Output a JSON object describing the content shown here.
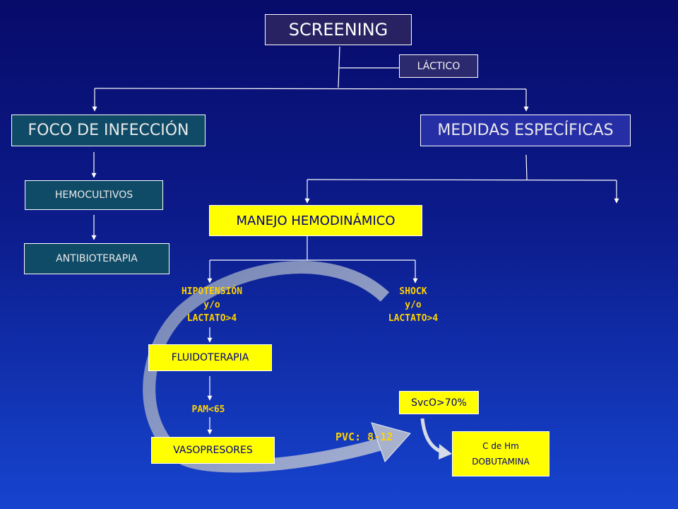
{
  "colors": {
    "background_top": "#070b6a",
    "background_bottom": "#1644cf",
    "yellow_box": "#ffff00",
    "yellow_label": "#ffd200",
    "teal_box": "#0f4a66",
    "loop_arrow": "#9aa6c6"
  },
  "nodes": {
    "screening": "SCREENING",
    "lactico": "LÁCTICO",
    "foco": "FOCO DE INFECCIÓN",
    "medidas": "MEDIDAS ESPECÍFICAS",
    "hemocultivos": "HEMOCULTIVOS",
    "antibioterapia": "ANTIBIOTERAPIA",
    "manejo": "MANEJO HEMODINÁMICO",
    "fluidoterapia": "FLUIDOTERAPIA",
    "vasopresores": "VASOPRESORES",
    "svco": "SvcO>70%",
    "chm_line1": "C de Hm",
    "chm_line2": "DOBUTAMINA"
  },
  "labels": {
    "hipotension_l1": "HIPOTENSIÓN",
    "hipotension_l2": "y/o",
    "hipotension_l3": "LACTATO>4",
    "shock_l1": "SHOCK",
    "shock_l2": "y/o",
    "shock_l3": "LACTATO>4",
    "pam": "PAM<65",
    "pvc": "PVC: 8-12"
  }
}
